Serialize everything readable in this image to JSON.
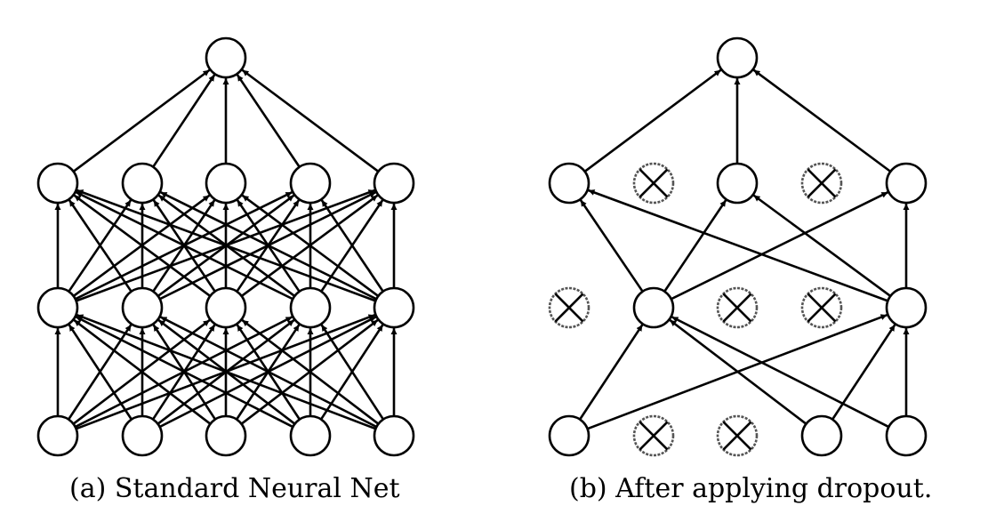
{
  "diagram": {
    "colors": {
      "stroke": "#000000",
      "node_fill": "#ffffff",
      "dropped_stroke": "#555555"
    },
    "panels": [
      {
        "id": "a",
        "caption": "(a) Standard Neural Net",
        "layers": [
          {
            "name": "input",
            "nodes": [
              "active",
              "active",
              "active",
              "active",
              "active"
            ]
          },
          {
            "name": "hidden-1",
            "nodes": [
              "active",
              "active",
              "active",
              "active",
              "active"
            ]
          },
          {
            "name": "hidden-2",
            "nodes": [
              "active",
              "active",
              "active",
              "active",
              "active"
            ]
          },
          {
            "name": "output",
            "nodes": [
              "active"
            ]
          }
        ],
        "connections": "all"
      },
      {
        "id": "b",
        "caption": "(b) After applying dropout.",
        "layers": [
          {
            "name": "input",
            "nodes": [
              "active",
              "dropped",
              "dropped",
              "active",
              "active"
            ]
          },
          {
            "name": "hidden-1",
            "nodes": [
              "dropped",
              "active",
              "dropped",
              "dropped",
              "active"
            ]
          },
          {
            "name": "hidden-2",
            "nodes": [
              "active",
              "dropped",
              "active",
              "dropped",
              "active"
            ]
          },
          {
            "name": "output",
            "nodes": [
              "active"
            ]
          }
        ],
        "connections": "active-only"
      }
    ]
  }
}
